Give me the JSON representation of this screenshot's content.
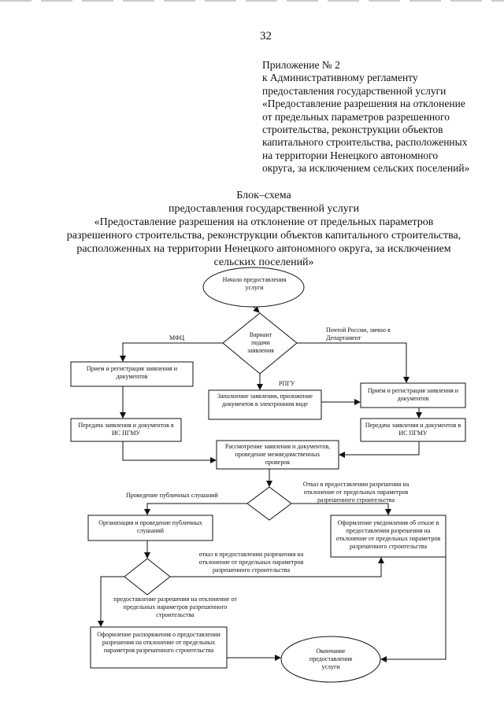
{
  "page_number": "32",
  "appendix": {
    "lines": [
      "Приложение № 2",
      "к Административному регламенту",
      "предоставления государственной услуги",
      "«Предоставление разрешения на отклонение",
      "от предельных параметров разрешенного",
      "строительства, реконструкции объектов",
      "капитального строительства, расположенных",
      "на территории Ненецкого автономного",
      "округа, за исключением сельских поселений»"
    ]
  },
  "title": {
    "lines": [
      "Блок–схема",
      "предоставления государственной услуги",
      "«Предоставление разрешения на отклонение от предельных параметров",
      "разрешенного строительства, реконструкции объектов капитального строительства,",
      "расположенных на территории Ненецкого автономного округа, за исключением",
      "сельских поселений»"
    ]
  },
  "flowchart": {
    "start": "Начало предоставления услуги",
    "decision_submission": "Вариант подачи заявления",
    "label_mfc": "МФЦ",
    "label_post": "Почтой России, лично в Департамент",
    "label_rpgu": "РПГУ",
    "mfc_receive": "Прием и регистрация заявления и документов",
    "mfc_transfer": "Передача заявления и документов в ИС ПГМУ",
    "rpgu_fill": "Заполнение заявления, приложение документов в электронном виде",
    "dept_receive": "Прием и регистрация заявления и документов",
    "dept_transfer": "Передача заявления и документов в ИС ПГМУ",
    "review": "Рассмотрение заявления и документов, проведение межведомственных проверок",
    "label_public_hearings": "Проведение публичных слушаний",
    "label_refusal_1": "Отказ в предоставлении разрешения на отклонение от предельных параметров разрешенного строительства",
    "hearings": "Организация и проведение публичных слушаний",
    "refusal_notice": "Оформление уведомления об отказе в предоставлении разрешения на отклонение от предельных параметров разрешенного строительства",
    "label_refusal_2": "отказ в предоставлении разрешения на отклонение от предельных параметров разрешенного строительства",
    "label_grant": "предоставление разрешения на отклонение от предельных параметров разрешенного строительства",
    "order": "Оформление распоряжения о предоставлении разрешения на отклонение от предельных параметров разрешенного строительства",
    "end": "Окончание предоставления услуги"
  }
}
